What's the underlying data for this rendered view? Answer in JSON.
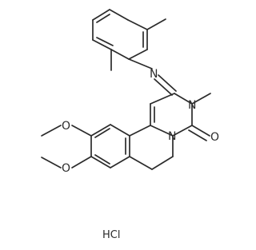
{
  "labels": {
    "imine_n": "N",
    "ring_n_top": "N",
    "ring_n_bottom": "N",
    "carbonyl_o": "O",
    "methoxy_o_upper": "O",
    "methoxy_o_lower": "O",
    "salt": "HCl"
  },
  "colors": {
    "ink": "#2b2b2b",
    "background": "#ffffff"
  }
}
